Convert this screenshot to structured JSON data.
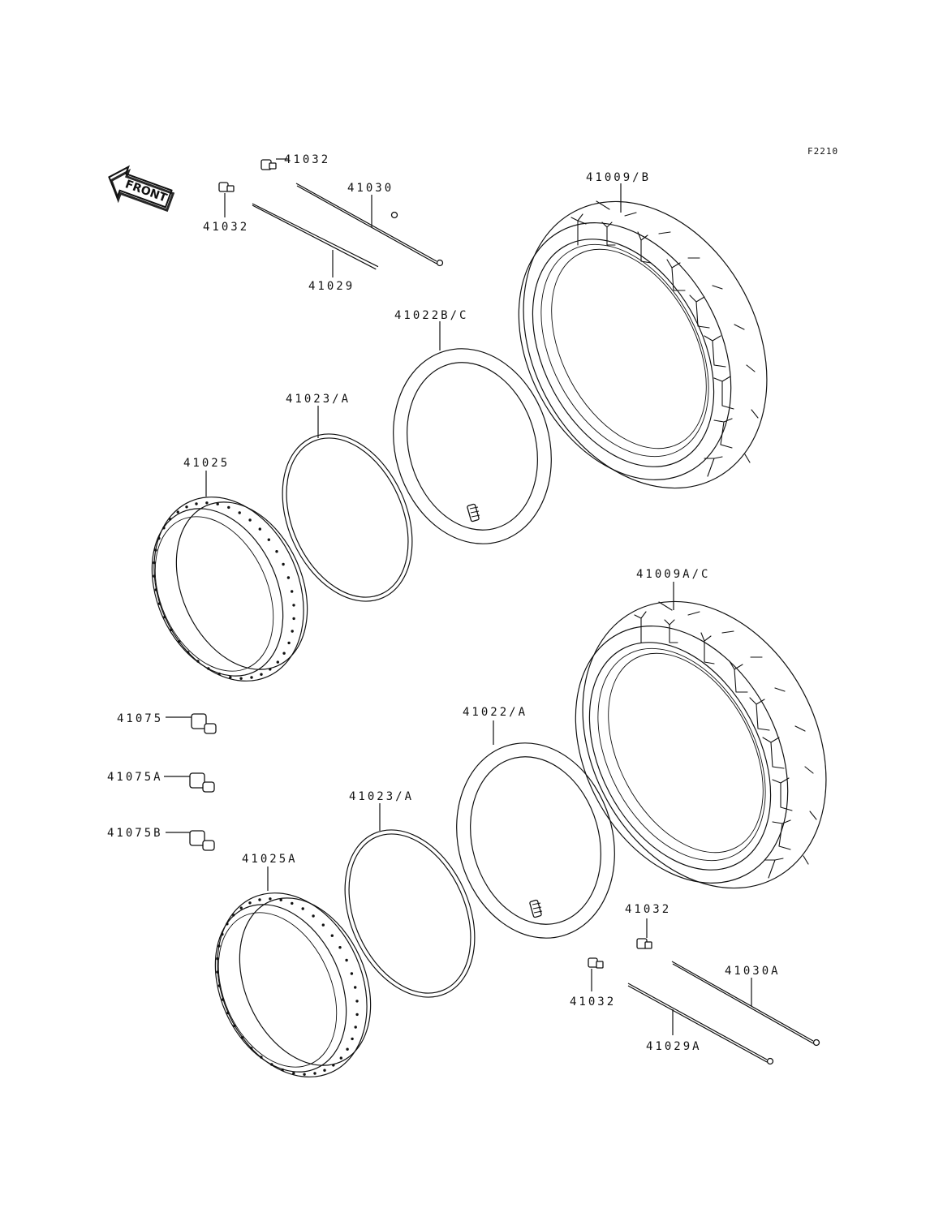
{
  "figure_code": "F2210",
  "front_arrow": {
    "label": "FRONT"
  },
  "labels": {
    "valve_top_a": "41032",
    "valve_top_b": "41032",
    "spoke_top_long": "41030",
    "spoke_top_short": "41029",
    "tire_top": "41009/B",
    "tube_top": "41022B/C",
    "rimband_top": "41023/A",
    "rim_top": "41025",
    "tire_bottom": "41009A/C",
    "weight_1": "41075",
    "weight_2": "41075A",
    "weight_3": "41075B",
    "tube_bottom": "41022/A",
    "rimband_bottom": "41023/A",
    "rim_bottom": "41025A",
    "valve_bottom_a": "41032",
    "valve_bottom_b": "41032",
    "spoke_bottom_long": "41030A",
    "spoke_bottom_short": "41029A"
  }
}
